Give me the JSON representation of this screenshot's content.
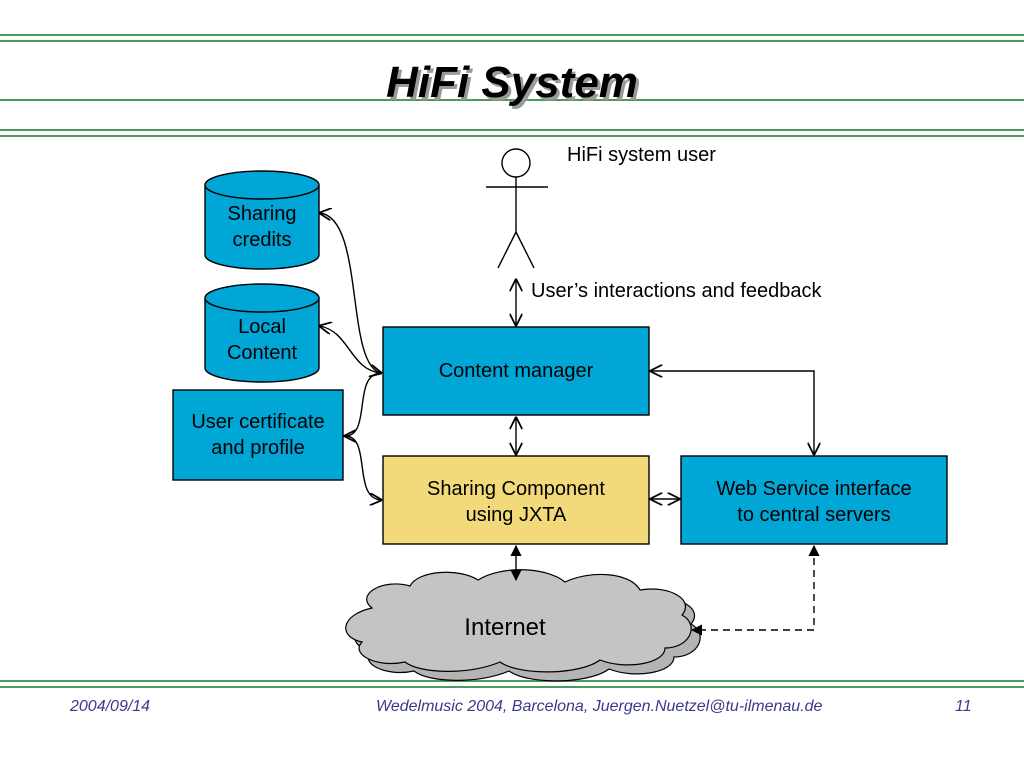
{
  "slide": {
    "title": "HiFi System",
    "footer": {
      "date": "2004/09/14",
      "center": "Wedelmusic 2004, Barcelona, Juergen.Nuetzel@tu-ilmenau.de",
      "page": "11"
    }
  },
  "diagram": {
    "actor_label": "HiFi system user",
    "interaction_label": "User’s interactions and feedback",
    "databases": {
      "sharing_credits": "Sharing\ncredits",
      "local_content": "Local\nContent"
    },
    "boxes": {
      "user_certificate": "User certificate\nand profile",
      "content_manager": "Content manager",
      "sharing_component": "Sharing Component\nusing JXTA",
      "web_service": "Web Service interface\nto central servers"
    },
    "cloud_label": "Internet",
    "colors": {
      "blue_box": "#00a6d6",
      "yellow_box": "#f2d97a",
      "cloud": "#c4c4c4",
      "rule": "#4e9a5c",
      "footer_text": "#3a3a8c"
    }
  }
}
